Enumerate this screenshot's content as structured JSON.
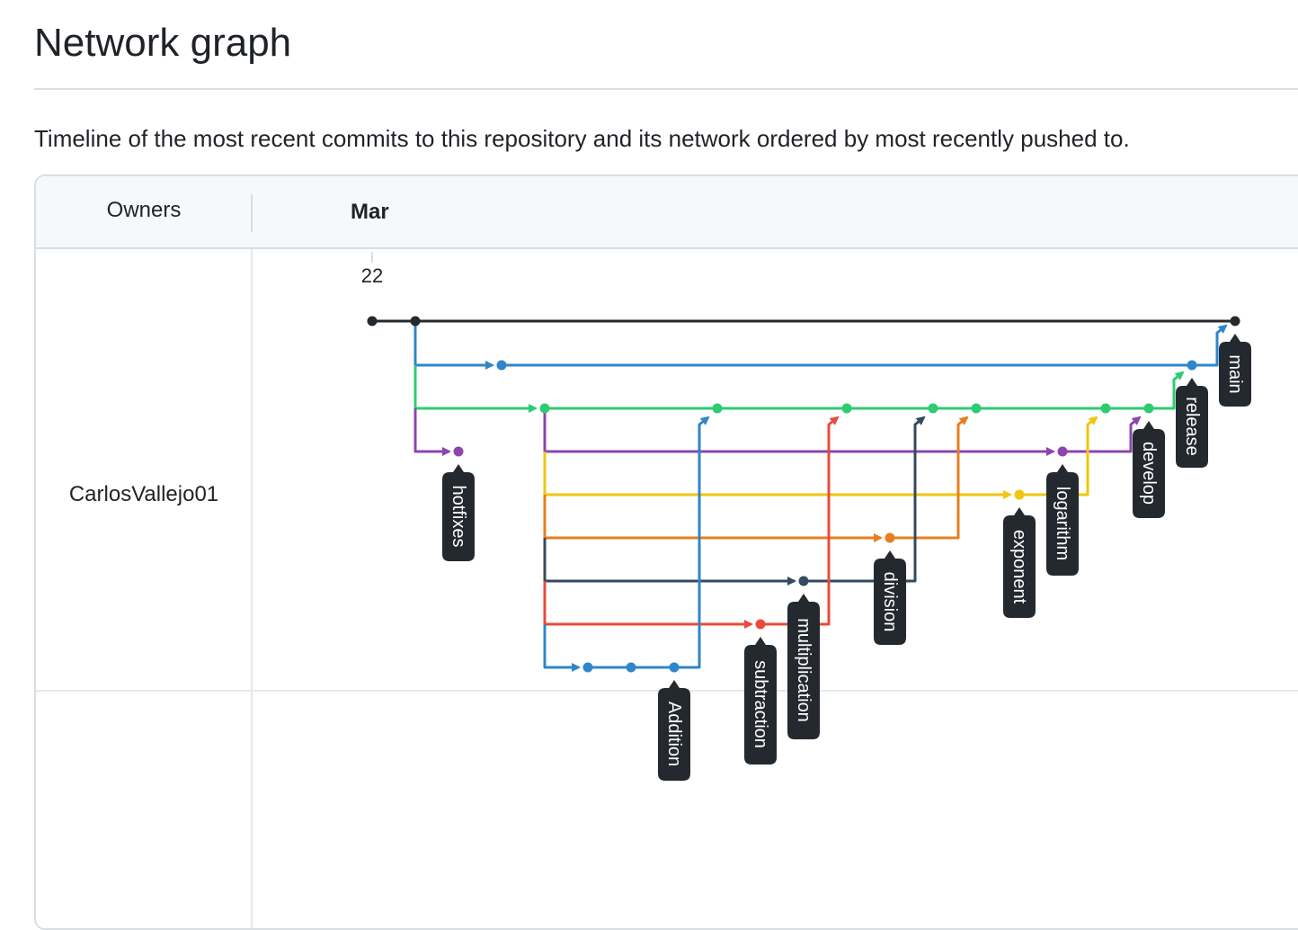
{
  "header": {
    "title": "Network graph",
    "description": "Timeline of the most recent commits to this repository and its network ordered by most recently pushed to."
  },
  "graph": {
    "owners_label": "Owners",
    "month": "Mar",
    "day": "22",
    "owner": "CarlosVallejo01",
    "branches": [
      {
        "name": "main",
        "color": "#24292f"
      },
      {
        "name": "release",
        "color": "#2f86c9"
      },
      {
        "name": "develop",
        "color": "#2ecc71"
      },
      {
        "name": "hotfixes",
        "color": "#8e44ad"
      },
      {
        "name": "logarithm",
        "color": "#8e44ad"
      },
      {
        "name": "exponent",
        "color": "#f1c40f"
      },
      {
        "name": "division",
        "color": "#e67e22"
      },
      {
        "name": "multiplication",
        "color": "#34495e"
      },
      {
        "name": "subtraction",
        "color": "#e74c3c"
      },
      {
        "name": "Addition",
        "color": "#2f86c9"
      }
    ],
    "labels": {
      "main": "main",
      "release": "release",
      "develop": "develop",
      "hotfixes": "hotfixes",
      "logarithm": "logarithm",
      "exponent": "exponent",
      "division": "division",
      "multiplication": "multiplication",
      "subtraction": "subtraction",
      "addition": "Addition"
    }
  }
}
